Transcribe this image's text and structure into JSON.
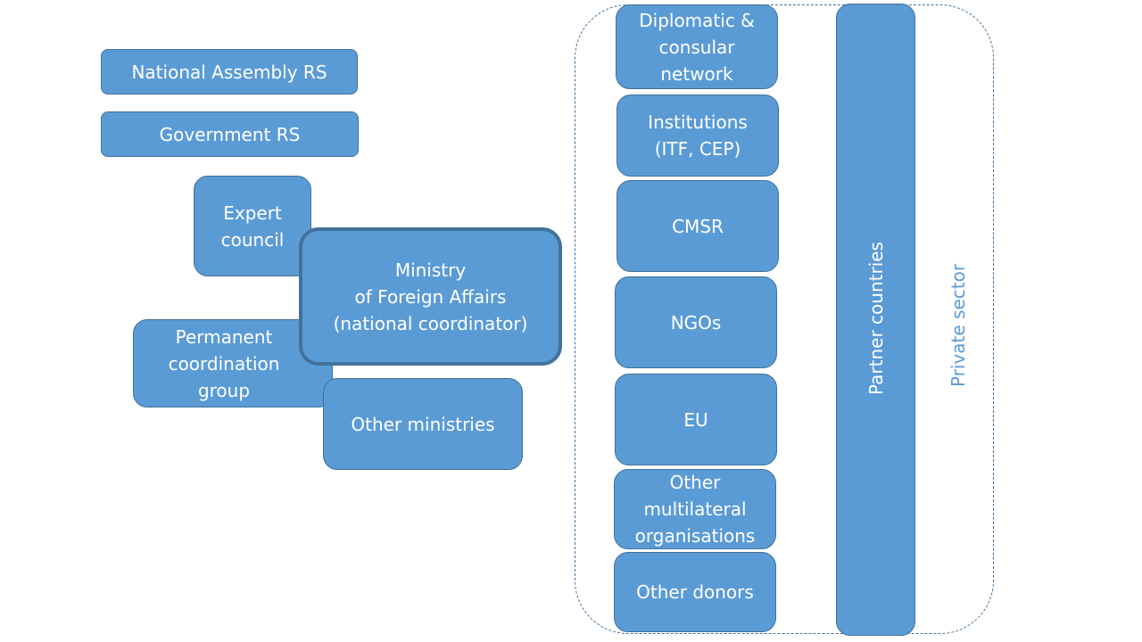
{
  "colors": {
    "box_fill": "#5b9bd5",
    "box_border": "#41719c",
    "text": "#ffffff",
    "private_sector_text": "#5b9bd5"
  },
  "left": {
    "national_assembly": "National Assembly RS",
    "government": "Government RS",
    "expert_council": "Expert\ncouncil",
    "permanent_group": "Permanent\ncoordination\ngroup",
    "ministry": "Ministry\nof Foreign Affairs\n(national coordinator)",
    "other_ministries": "Other ministries"
  },
  "right": {
    "stack": [
      "Diplomatic &\nconsular\nnetwork",
      "Institutions\n(ITF, CEP)",
      "CMSR",
      "NGOs",
      "EU",
      "Other\nmultilateral\norganisations",
      "Other donors"
    ],
    "partner_countries": "Partner countries",
    "private_sector": "Private sector"
  }
}
